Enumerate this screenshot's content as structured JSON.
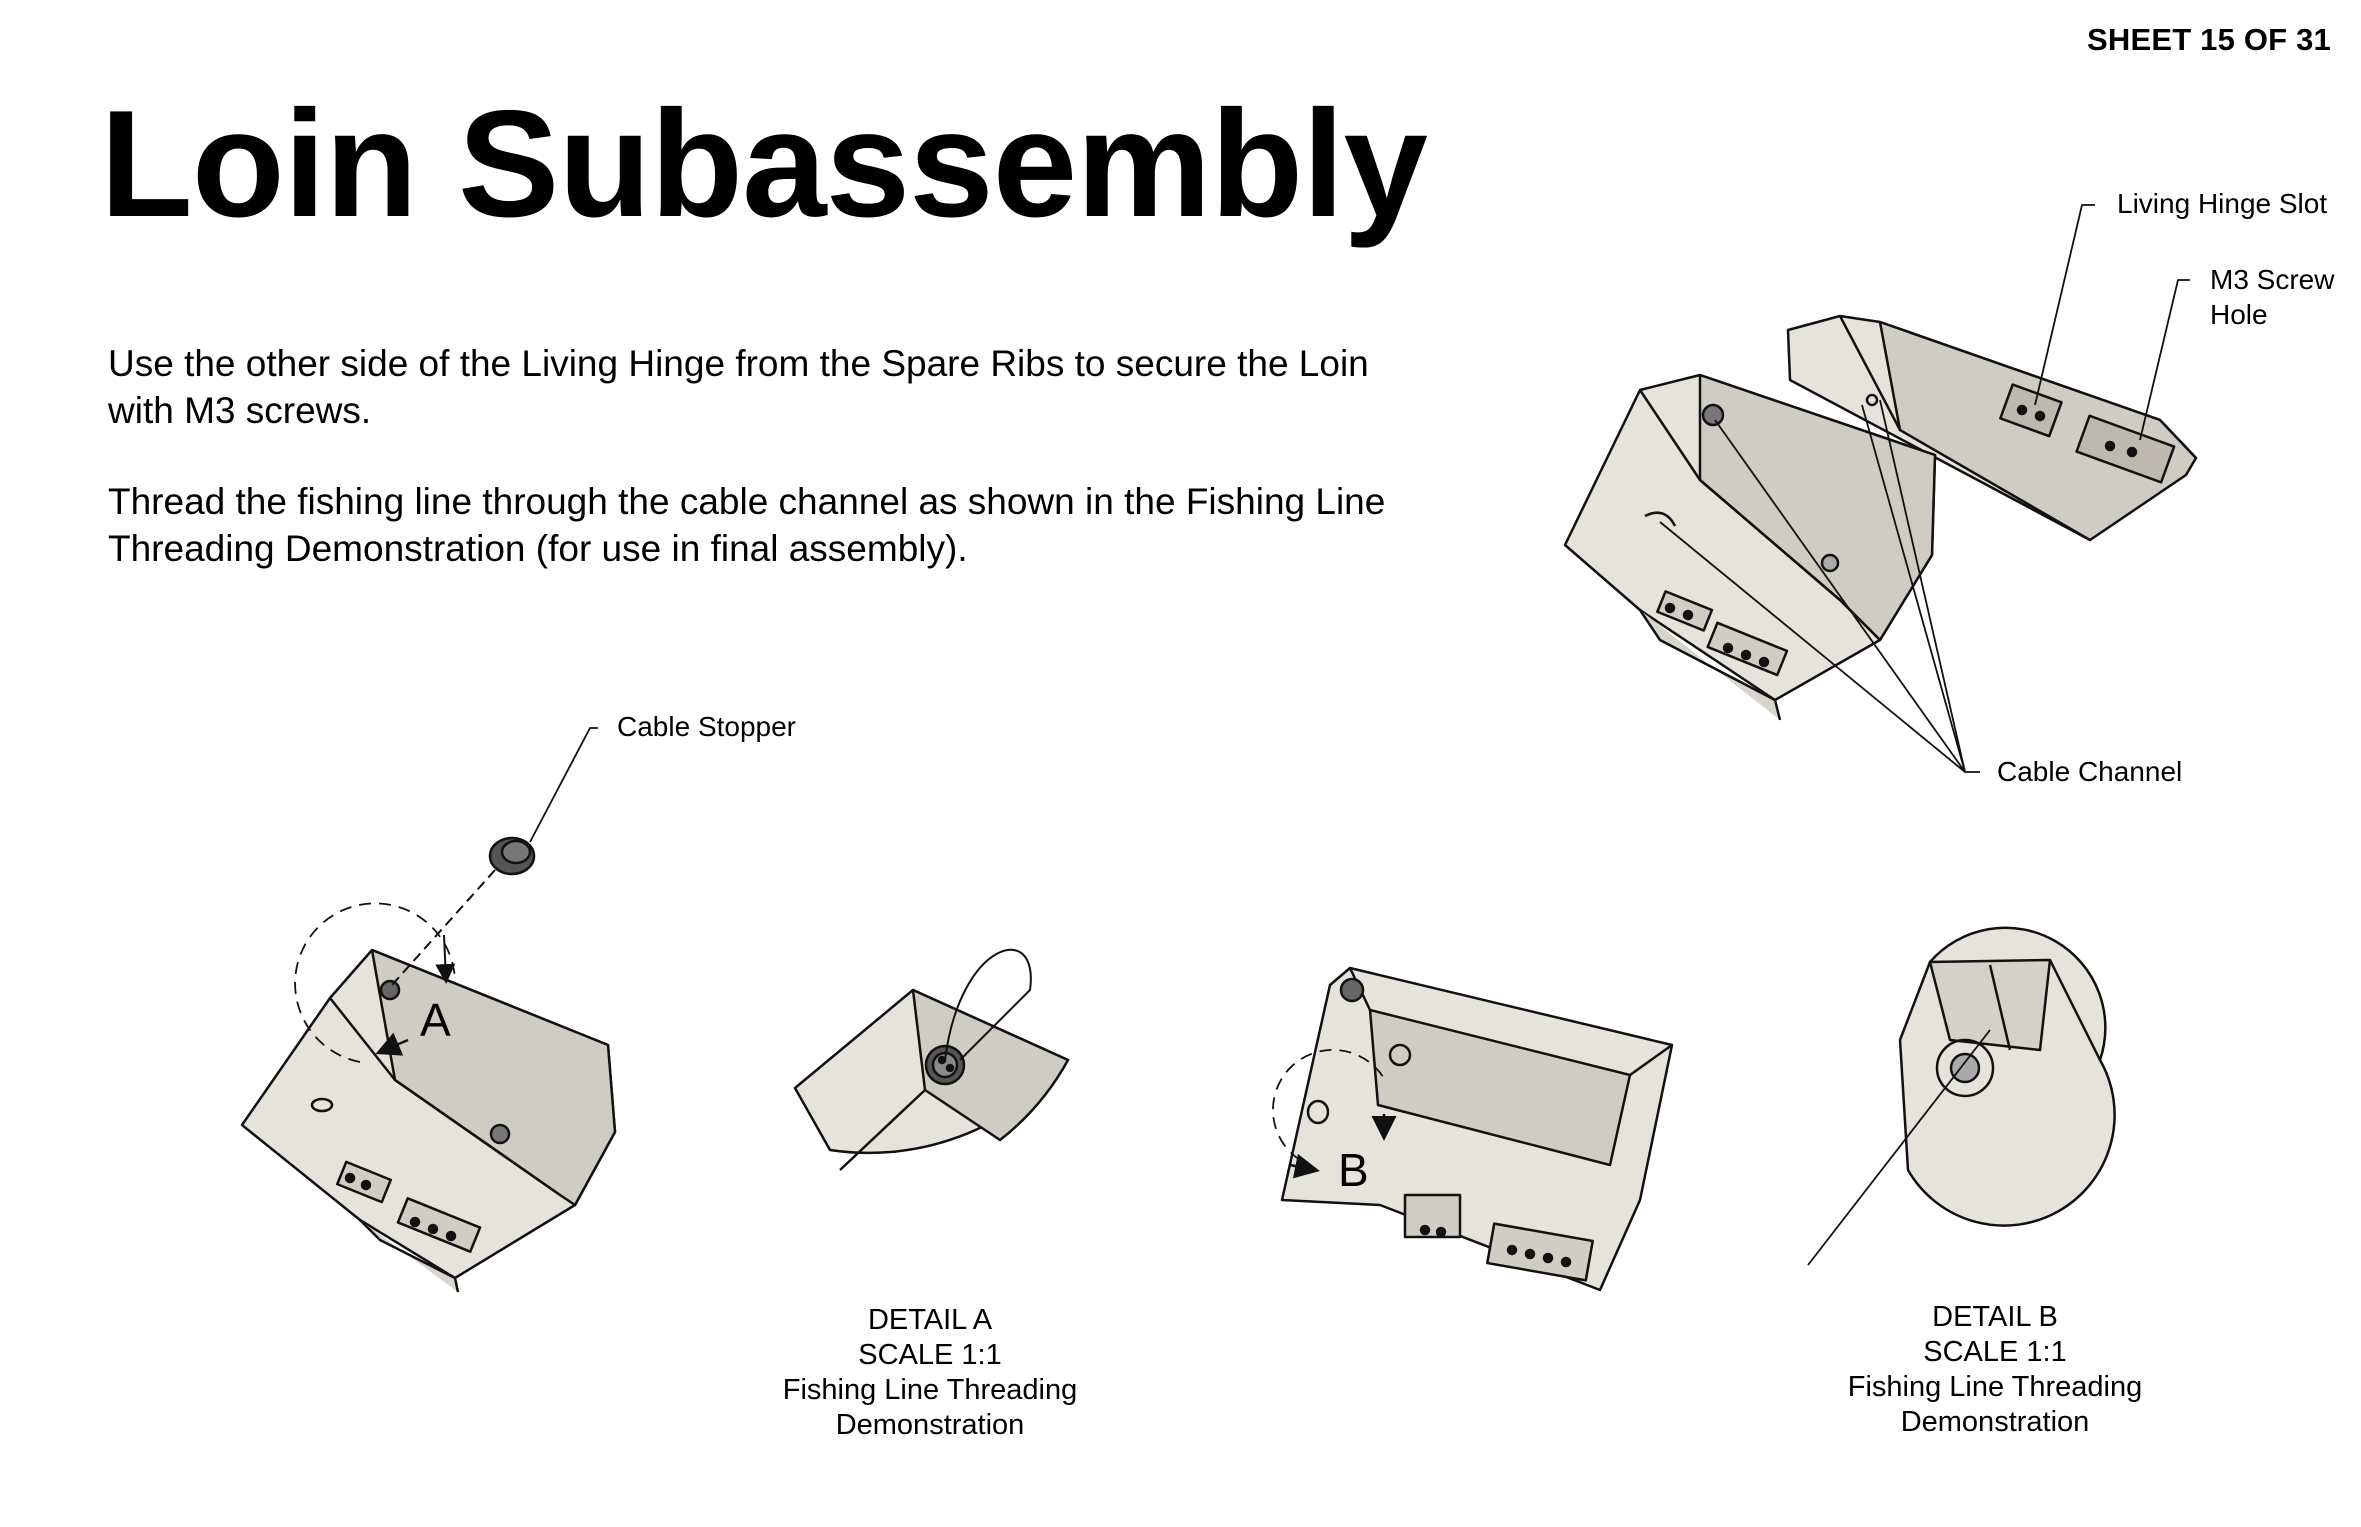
{
  "sheet": "SHEET 15 OF 31",
  "title": "Loin Subassembly",
  "paragraphs": [
    "Use the other side of the Living Hinge from the Spare Ribs to secure the Loin with M3 screws.",
    "Thread the fishing line through the cable channel as shown in the Fishing Line Threading Demonstration (for use in final assembly)."
  ],
  "callouts": {
    "living_hinge_slot": "Living Hinge Slot",
    "m3_screw_hole_line1": "M3 Screw",
    "m3_screw_hole_line2": "Hole",
    "cable_channel": "Cable Channel",
    "cable_stopper": "Cable Stopper",
    "view_a": "A",
    "view_b": "B"
  },
  "detail_a": {
    "line1": "DETAIL A",
    "line2": "SCALE 1:1",
    "line3": "Fishing Line Threading",
    "line4": "Demonstration"
  },
  "detail_b": {
    "line1": "DETAIL B",
    "line2": "SCALE 1:1",
    "line3": "Fishing Line Threading",
    "line4": "Demonstration"
  },
  "colors": {
    "part_fill": "#e5e3dc",
    "part_shade": "#cfccc3",
    "line": "#111111"
  }
}
